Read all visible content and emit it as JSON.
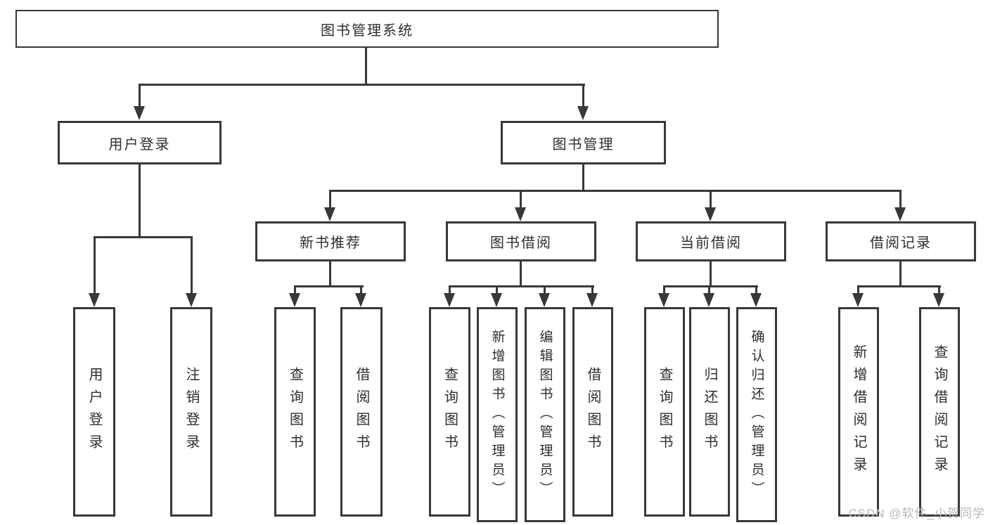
{
  "colors": {
    "line": "#383838",
    "text": "#2e2e2e",
    "box_bg": "#ffffff",
    "page_bg": "#ffffff",
    "watermark": "#b4b9be"
  },
  "watermark": {
    "text": "CSDN @软件_小贺同学"
  },
  "tree": {
    "root": {
      "label": "图书管理系统"
    },
    "children": [
      {
        "label": "用户登录",
        "children": [
          {
            "label": "用户登录"
          },
          {
            "label": "注销登录"
          }
        ]
      },
      {
        "label": "图书管理",
        "children": [
          {
            "label": "新书推荐",
            "children": [
              {
                "label": "查询图书"
              },
              {
                "label": "借阅图书"
              }
            ]
          },
          {
            "label": "图书借阅",
            "children": [
              {
                "label": "查询图书"
              },
              {
                "label": "新增图书（管理员）"
              },
              {
                "label": "编辑图书（管理员）"
              },
              {
                "label": "借阅图书"
              }
            ]
          },
          {
            "label": "当前借阅",
            "children": [
              {
                "label": "查询图书"
              },
              {
                "label": "归还图书"
              },
              {
                "label": "确认归还（管理员）"
              }
            ]
          },
          {
            "label": "借阅记录",
            "children": [
              {
                "label": "新增借阅记录"
              },
              {
                "label": "查询借阅记录"
              }
            ]
          }
        ]
      }
    ]
  }
}
